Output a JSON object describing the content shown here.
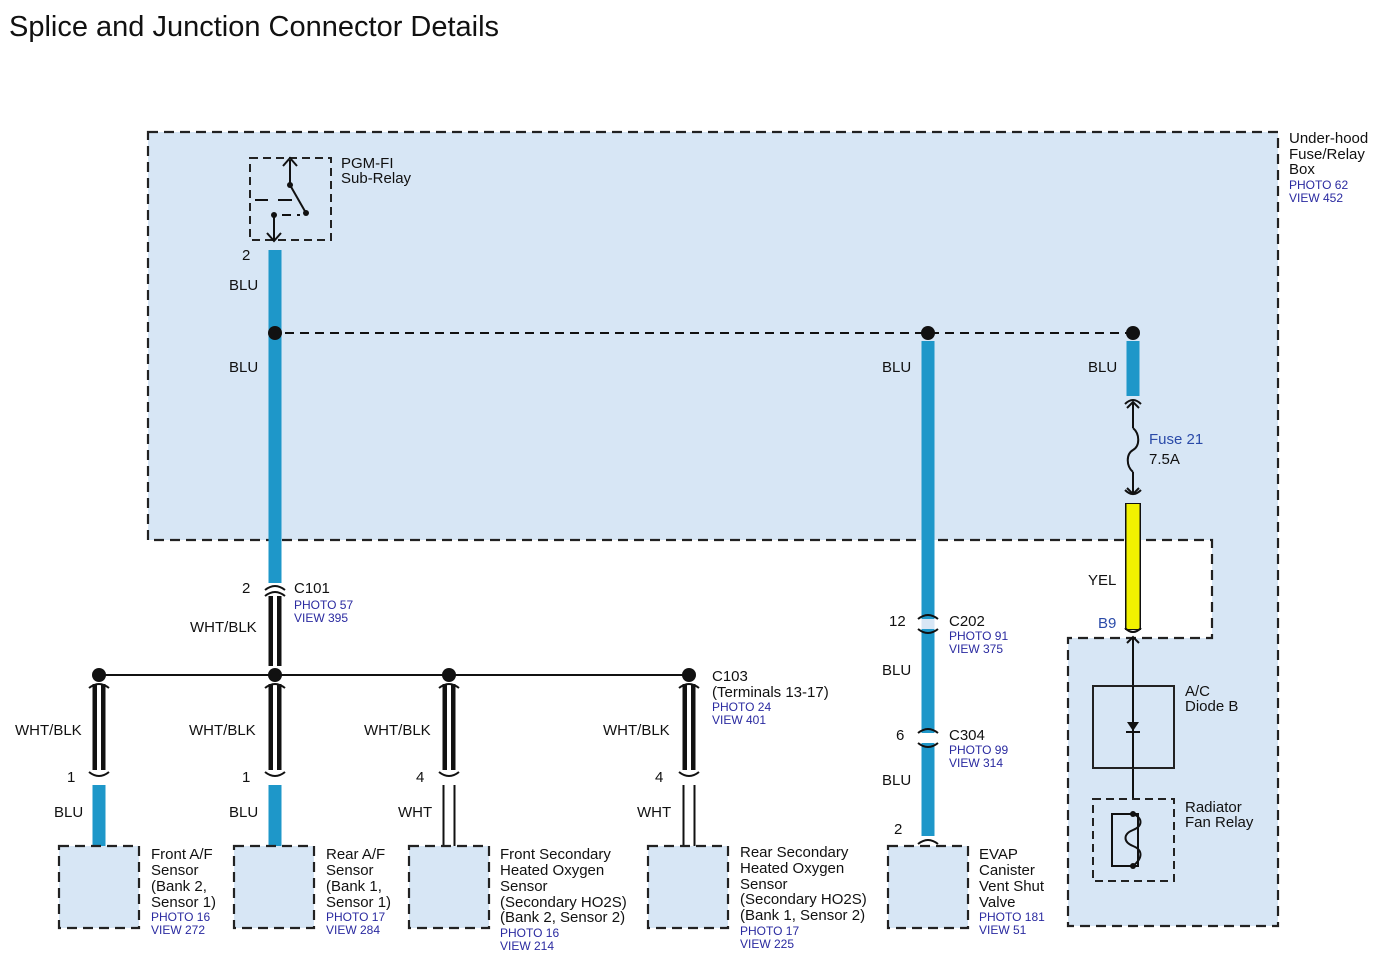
{
  "title": "Splice and Junction Connector Details",
  "underhood_box": {
    "label_lines": [
      "Under-hood",
      "Fuse/Relay",
      "Box"
    ],
    "photo": "PHOTO 62",
    "view": "VIEW 452"
  },
  "sub_relay": {
    "label_lines": [
      "PGM-FI",
      "Sub-Relay"
    ],
    "terminal": "2"
  },
  "wire_colors": {
    "blu": "BLU",
    "wht_blk": "WHT/BLK",
    "wht": "WHT",
    "yel": "YEL"
  },
  "colors": {
    "blu_wire": "#1e97c9",
    "yel_wire": "#f2f200",
    "box_fill": "#d7e6f5",
    "link_text": "#2a2aa0"
  },
  "fuse": {
    "name": "Fuse 21",
    "rating": "7.5A"
  },
  "connectors": {
    "c101": {
      "name": "C101",
      "terminal": "2",
      "photo": "PHOTO 57",
      "view": "VIEW 395"
    },
    "c103": {
      "name": "C103",
      "note": "(Terminals 13-17)",
      "photo": "PHOTO 24",
      "view": "VIEW 401"
    },
    "c202": {
      "name": "C202",
      "terminal": "12",
      "photo": "PHOTO 91",
      "view": "VIEW 375"
    },
    "c304": {
      "name": "C304",
      "terminal": "6",
      "photo": "PHOTO 99",
      "view": "VIEW 314"
    },
    "b9": {
      "name": "B9"
    }
  },
  "ac_diode": {
    "label_lines": [
      "A/C",
      "Diode B"
    ]
  },
  "fan_relay": {
    "label_lines": [
      "Radiator",
      "Fan Relay"
    ]
  },
  "components": [
    {
      "terminal": "1",
      "lines": [
        "Front A/F",
        "Sensor",
        "(Bank 2,",
        "Sensor 1)"
      ],
      "photo": "PHOTO 16",
      "view": "VIEW 272"
    },
    {
      "terminal": "1",
      "lines": [
        "Rear A/F",
        "Sensor",
        "(Bank 1,",
        "Sensor 1)"
      ],
      "photo": "PHOTO 17",
      "view": "VIEW 284"
    },
    {
      "terminal": "4",
      "lines": [
        "Front Secondary",
        "Heated Oxygen",
        "Sensor",
        "(Secondary HO2S)",
        "(Bank 2, Sensor 2)"
      ],
      "photo": "PHOTO 16",
      "view": "VIEW 214"
    },
    {
      "terminal": "4",
      "lines": [
        "Rear Secondary",
        "Heated Oxygen",
        "Sensor",
        "(Secondary HO2S)",
        "(Bank 1, Sensor 2)"
      ],
      "photo": "PHOTO 17",
      "view": "VIEW 225"
    },
    {
      "terminal": "2",
      "lines": [
        "EVAP",
        "Canister",
        "Vent Shut",
        "Valve"
      ],
      "photo": "PHOTO 181",
      "view": "VIEW 51"
    }
  ]
}
